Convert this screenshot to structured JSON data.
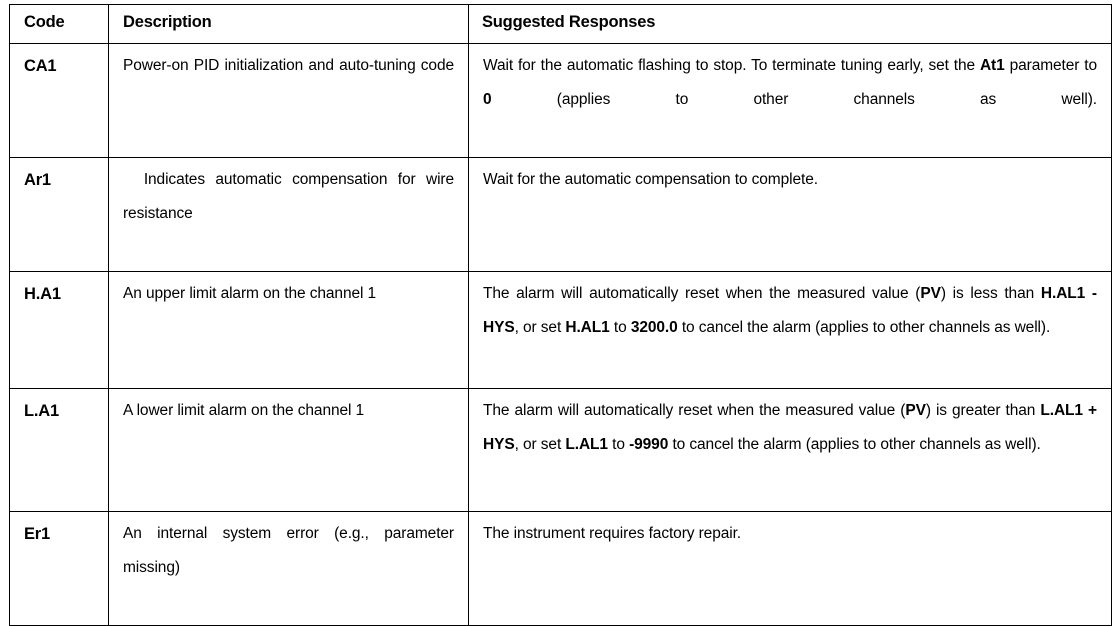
{
  "table": {
    "headers": {
      "code": "Code",
      "description": "Description",
      "responses": "Suggested Responses"
    },
    "rows": [
      {
        "code": "CA1",
        "description_line1": "Power-on PID initialization and",
        "description_line2": "auto-tuning code",
        "description_full": "Power-on PID initialization and auto-tuning code",
        "response_parts": [
          {
            "text": "Wait for the automatic flashing to stop. To terminate tuning early, set the ",
            "bold": false
          },
          {
            "text": "At1",
            "bold": true
          },
          {
            "text": " parameter to ",
            "bold": false
          },
          {
            "text": "0",
            "bold": true
          },
          {
            "text": " (applies to other channels as well).",
            "bold": false
          }
        ]
      },
      {
        "code": "Ar1",
        "description_line1": "  Indicates automatic compensation for",
        "description_line2": "wire resistance",
        "description_full": "  Indicates automatic compensation for wire resistance",
        "response_parts": [
          {
            "text": "Wait for the automatic compensation to complete.",
            "bold": false
          }
        ]
      },
      {
        "code": "H.A1",
        "description_line1": "An upper limit alarm on the channel 1",
        "description_line2": "",
        "description_full": "An upper limit alarm on the channel 1",
        "response_parts": [
          {
            "text": "The alarm will automatically reset when the measured value (",
            "bold": false
          },
          {
            "text": "PV",
            "bold": true
          },
          {
            "text": ") is less than ",
            "bold": false
          },
          {
            "text": "H.AL1 - HYS",
            "bold": true
          },
          {
            "text": ", or set ",
            "bold": false
          },
          {
            "text": "H.AL1",
            "bold": true
          },
          {
            "text": " to ",
            "bold": false
          },
          {
            "text": "3200.0",
            "bold": true
          },
          {
            "text": " to cancel the alarm (applies to other channels as well).",
            "bold": false
          }
        ]
      },
      {
        "code": "L.A1",
        "description_line1": "A lower limit alarm on the channel 1",
        "description_line2": "",
        "description_full": "A lower limit alarm on the channel 1",
        "response_parts": [
          {
            "text": "The alarm will automatically reset when the measured value (",
            "bold": false
          },
          {
            "text": "PV",
            "bold": true
          },
          {
            "text": ") is greater than ",
            "bold": false
          },
          {
            "text": "L.AL1 + HYS",
            "bold": true
          },
          {
            "text": ", or set ",
            "bold": false
          },
          {
            "text": "L.AL1",
            "bold": true
          },
          {
            "text": " to ",
            "bold": false
          },
          {
            "text": "-9990",
            "bold": true
          },
          {
            "text": " to cancel the alarm (applies to other channels as well).",
            "bold": false
          }
        ]
      },
      {
        "code": "Er1",
        "description_line1": "An internal system error (e.g., parameter",
        "description_line2": "missing)",
        "description_full": "An internal system error (e.g., parameter missing)",
        "response_parts": [
          {
            "text": "The instrument requires factory repair.",
            "bold": false
          }
        ]
      }
    ]
  },
  "colors": {
    "border": "#000000",
    "text": "#000000",
    "background": "#ffffff"
  }
}
